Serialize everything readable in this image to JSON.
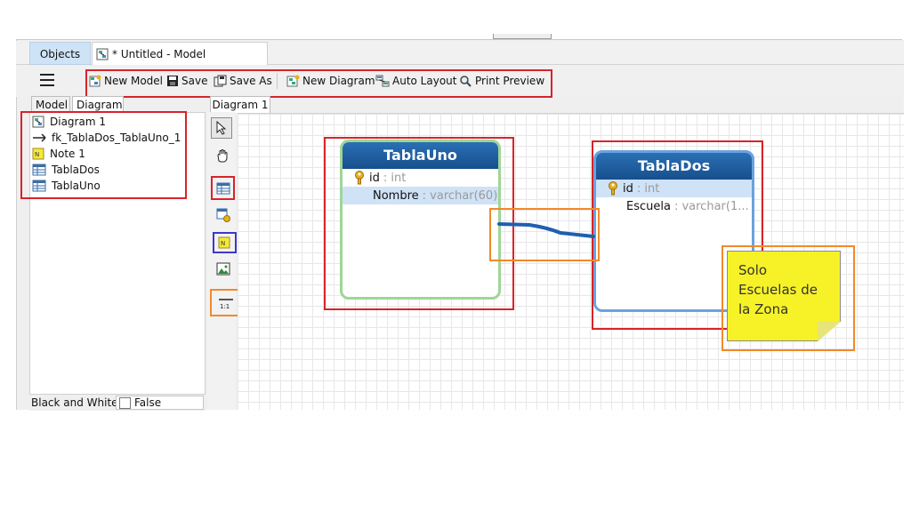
{
  "tabs": {
    "objects": "Objects",
    "model": "* Untitled - Model"
  },
  "toolbar": {
    "new_model": "New Model",
    "save": "Save",
    "save_as": "Save As",
    "new_diagram": "New Diagram",
    "auto_layout": "Auto Layout",
    "print_preview": "Print Preview"
  },
  "left_tabs": {
    "model": "Model",
    "diagram": "Diagram"
  },
  "diagram_tab": "Diagram 1",
  "tree": [
    {
      "label": "Diagram 1",
      "icon": "diagram-icon"
    },
    {
      "label": "fk_TablaDos_TablaUno_1",
      "icon": "foreign-key-icon"
    },
    {
      "label": "Note 1",
      "icon": "note-icon"
    },
    {
      "label": "TablaDos",
      "icon": "table-icon"
    },
    {
      "label": "TablaUno",
      "icon": "table-icon"
    }
  ],
  "properties": {
    "label": "Black and White",
    "value": "False"
  },
  "tables": [
    {
      "name": "TablaUno",
      "rows": [
        {
          "field": "id",
          "type": ": int",
          "key": true
        },
        {
          "field": "Nombre",
          "type": ": varchar(60)",
          "key": false
        }
      ]
    },
    {
      "name": "TablaDos",
      "rows": [
        {
          "field": "id",
          "type": ": int",
          "key": true
        },
        {
          "field": "Escuela",
          "type": ": varchar(1...",
          "key": false
        }
      ]
    }
  ],
  "note": {
    "lines": [
      "Solo",
      "Escuelas de",
      "la Zona"
    ]
  },
  "colors": {
    "highlight_red": "#d8232a",
    "highlight_orange": "#f08a2c",
    "highlight_blue": "#3e38c8",
    "table_header": "#1d5a9c",
    "note": "#f6f227"
  }
}
